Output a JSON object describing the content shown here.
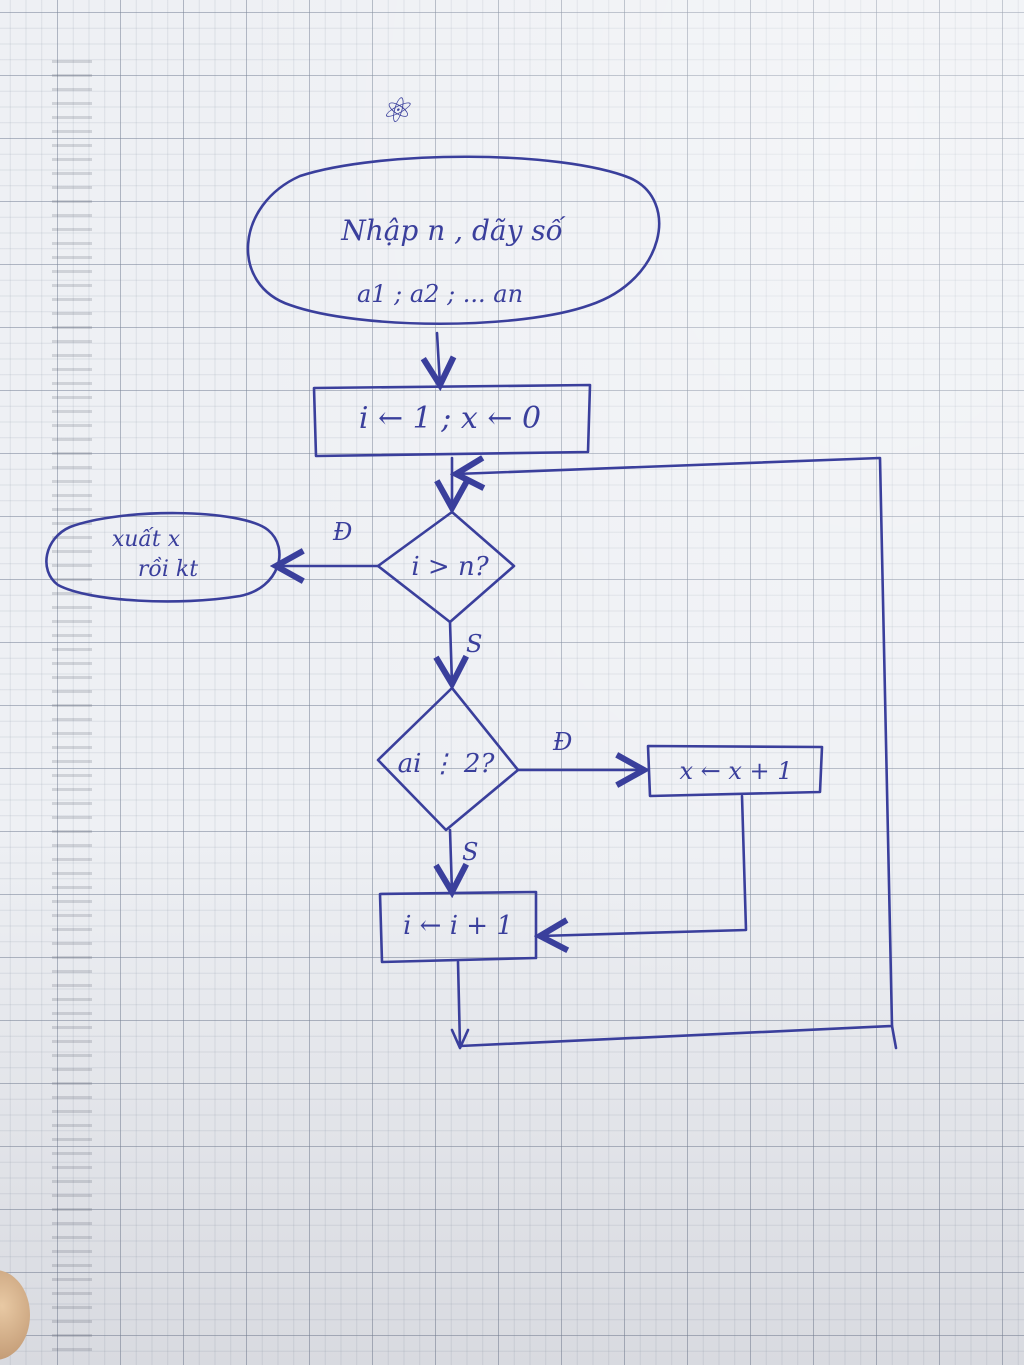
{
  "flowchart": {
    "symbol": "⚛",
    "start": {
      "line1": "Nhập n , dãy số",
      "line2": "a1 ; a2 ; ... an"
    },
    "init": "i ← 1 ; x ← 0",
    "condition1": "i > n?",
    "condition1_true": "Đ",
    "condition1_false": "S",
    "output": {
      "line1": "xuất x",
      "line2": "rồi kt"
    },
    "condition2": "ai ⋮ 2?",
    "condition2_true": "Đ",
    "condition2_false": "S",
    "increment_x": "x ← x + 1",
    "increment_i": "i ← i + 1"
  },
  "colors": {
    "ink": "#3a3f9c",
    "paper": "#eef0f4",
    "grid": "#8a93a6"
  }
}
